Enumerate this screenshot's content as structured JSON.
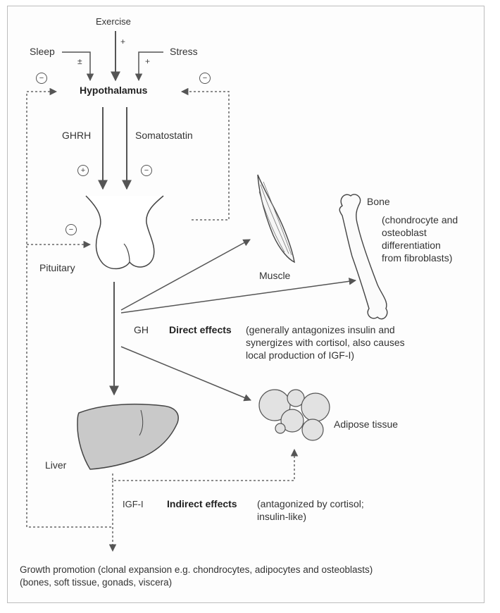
{
  "inputs": {
    "exercise": "Exercise",
    "sleep": "Sleep",
    "stress": "Stress",
    "exercise_sign": "+",
    "sleep_sign": "±",
    "stress_sign": "+"
  },
  "hypothalamus": "Hypothalamus",
  "hormones": {
    "ghrh": "GHRH",
    "somatostatin": "Somatostatin",
    "ghrh_sign": "+",
    "somatostatin_sign": "−"
  },
  "feedback_sign": "−",
  "pituitary": "Pituitary",
  "gh": "GH",
  "direct_effects": {
    "title": "Direct effects",
    "line1": "(generally antagonizes insulin and",
    "line2": "synergizes with cortisol, also causes",
    "line3": "local production of IGF-I)"
  },
  "targets": {
    "muscle": "Muscle",
    "bone": "Bone",
    "bone_note": [
      "(chondrocyte and",
      "osteoblast",
      "differentiation",
      "from fibroblasts)"
    ],
    "adipose": "Adipose tissue",
    "liver": "Liver"
  },
  "igf": "IGF-I",
  "indirect_effects": {
    "title": "Indirect effects",
    "line1": "(antagonized by cortisol;",
    "line2": "insulin-like)"
  },
  "growth": {
    "line1": "Growth promotion (clonal expansion e.g. chondrocytes, adipocytes and osteoblasts)",
    "line2": "(bones, soft tissue, gonads, viscera)"
  },
  "colors": {
    "line": "#555555",
    "liver_fill": "#c9c9c9",
    "fat_fill": "#e2e2e2"
  }
}
